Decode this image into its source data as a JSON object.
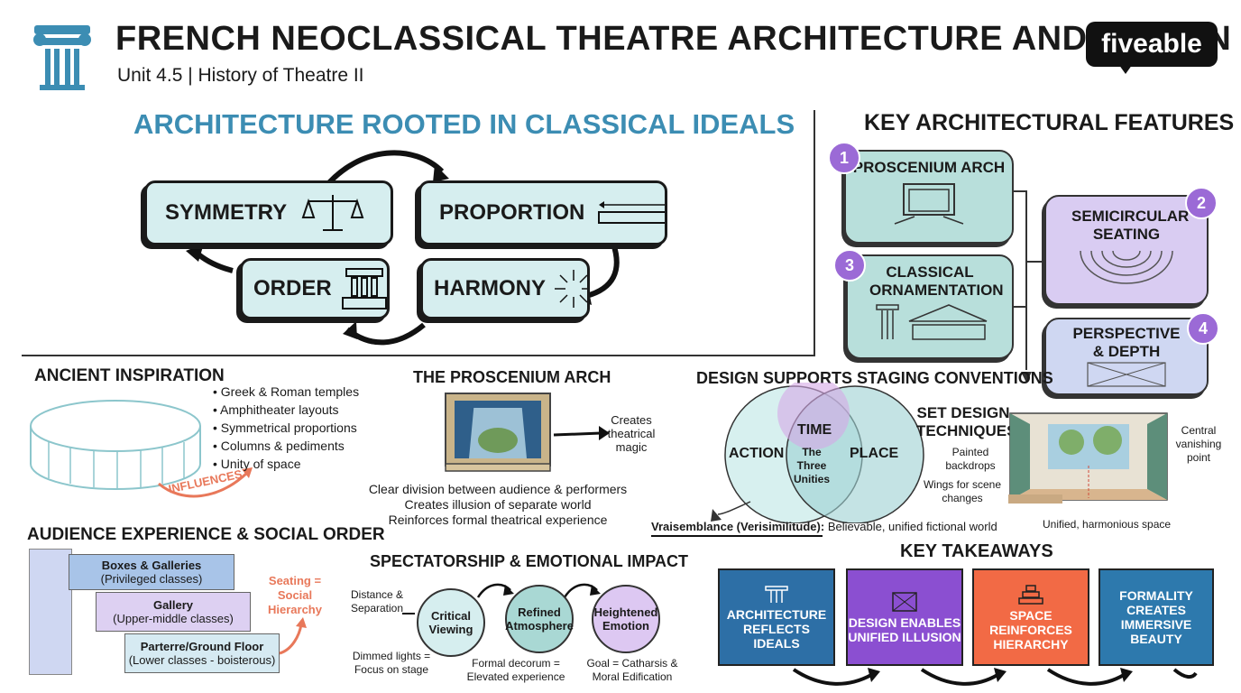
{
  "header": {
    "title": "FRENCH NEOCLASSICAL THEATRE ARCHITECTURE AND DESIGN",
    "subtitle": "Unit 4.5 | History of Theatre II",
    "logo": "fiveable"
  },
  "ideals": {
    "title": "ARCHITECTURE ROOTED IN CLASSICAL IDEALS",
    "items": [
      "SYMMETRY",
      "PROPORTION",
      "ORDER",
      "HARMONY"
    ]
  },
  "features": {
    "title": "KEY ARCHITECTURAL FEATURES",
    "items": [
      {
        "num": "1",
        "label": "PROSCENIUM ARCH"
      },
      {
        "num": "2",
        "label": "SEMICIRCULAR SEATING"
      },
      {
        "num": "3",
        "label": "CLASSICAL ORNAMENTATION"
      },
      {
        "num": "4",
        "label": "PERSPECTIVE & DEPTH"
      }
    ]
  },
  "ancient": {
    "title": "ANCIENT INSPIRATION",
    "bullets": [
      "Greek & Roman temples",
      "Amphitheater layouts",
      "Symmetrical proportions",
      "Columns & pediments",
      "Unity of space"
    ],
    "influences": "INFLUENCES"
  },
  "proscenium": {
    "title": "THE PROSCENIUM ARCH",
    "note": "Creates theatrical magic",
    "lines": [
      "Clear division between audience & performers",
      "Creates illusion of separate world",
      "Reinforces formal theatrical experience"
    ]
  },
  "staging": {
    "title": "DESIGN SUPPORTS STAGING CONVENTIONS",
    "time": "TIME",
    "action": "ACTION",
    "place": "PLACE",
    "center": "The Three Unities",
    "vrai_bold": "Vraisemblance (Verisimilitude):",
    "vrai_text": "Believable, unified fictional world"
  },
  "setdesign": {
    "title": "SET DESIGN TECHNIQUES",
    "painted": "Painted backdrops",
    "wings": "Wings for scene changes",
    "vanishing": "Central vanishing point",
    "unified": "Unified, harmonious space"
  },
  "audience": {
    "title": "AUDIENCE EXPERIENCE & SOCIAL ORDER",
    "tiers": [
      {
        "name": "Boxes & Galleries",
        "desc": "(Privileged classes)"
      },
      {
        "name": "Gallery",
        "desc": "(Upper-middle classes)"
      },
      {
        "name": "Parterre/Ground Floor",
        "desc": "(Lower classes - boisterous)"
      }
    ],
    "seating": "Seating = Social Hierarchy"
  },
  "spectator": {
    "title": "SPECTATORSHIP & EMOTIONAL IMPACT",
    "distance": "Distance & Separation",
    "circles": [
      "Critical Viewing",
      "Refined Atmosphere",
      "Heightened Emotion"
    ],
    "notes": [
      "Dimmed lights = Focus on stage",
      "Formal decorum = Elevated experience",
      "Goal = Catharsis & Moral Edification"
    ]
  },
  "takeaways": {
    "title": "KEY TAKEAWAYS",
    "items": [
      {
        "label": "ARCHITECTURE REFLECTS IDEALS",
        "color": "#2d6fa6"
      },
      {
        "label": "DESIGN ENABLES UNIFIED ILLUSION",
        "color": "#8b4fd1"
      },
      {
        "label": "SPACE REINFORCES HIERARCHY",
        "color": "#f26a45"
      },
      {
        "label": "FORMALITY CREATES IMMERSIVE BEAUTY",
        "color": "#2d79ad"
      }
    ]
  }
}
